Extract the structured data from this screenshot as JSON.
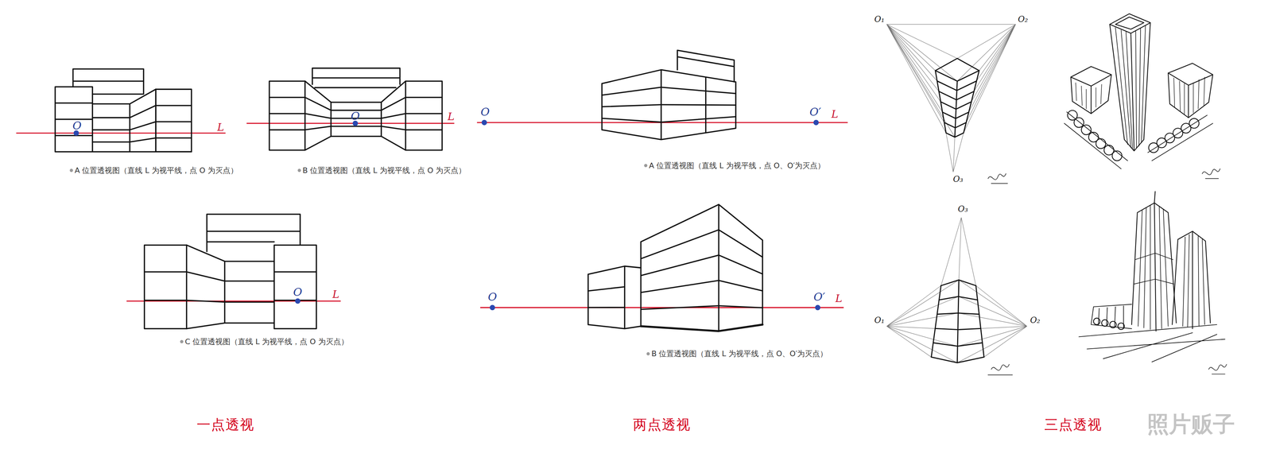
{
  "diagram": {
    "labels": [
      "O",
      "L",
      "A 位置透视图（直线 L 为视平线，点 O 为灭点）",
      "O",
      "L",
      "B 位置透视图（直线 L 为视平线，点 O 为灭点）",
      "O",
      "L",
      "C 位置透视图（直线 L 为视平线，点 O 为灭点）",
      "O",
      "O′",
      "L",
      "A 位置透视图（直线 L 为视平线，点 O、O′为灭点）",
      "O",
      "O′",
      "L",
      "B 位置透视图（直线 L 为视平线，点 O、O′为灭点）",
      "O₁",
      "O₂",
      "O₃",
      "O₃",
      "O₁",
      "O₂",
      "一点透视",
      "两点透视",
      "三点透视",
      "照片贩子"
    ]
  }
}
